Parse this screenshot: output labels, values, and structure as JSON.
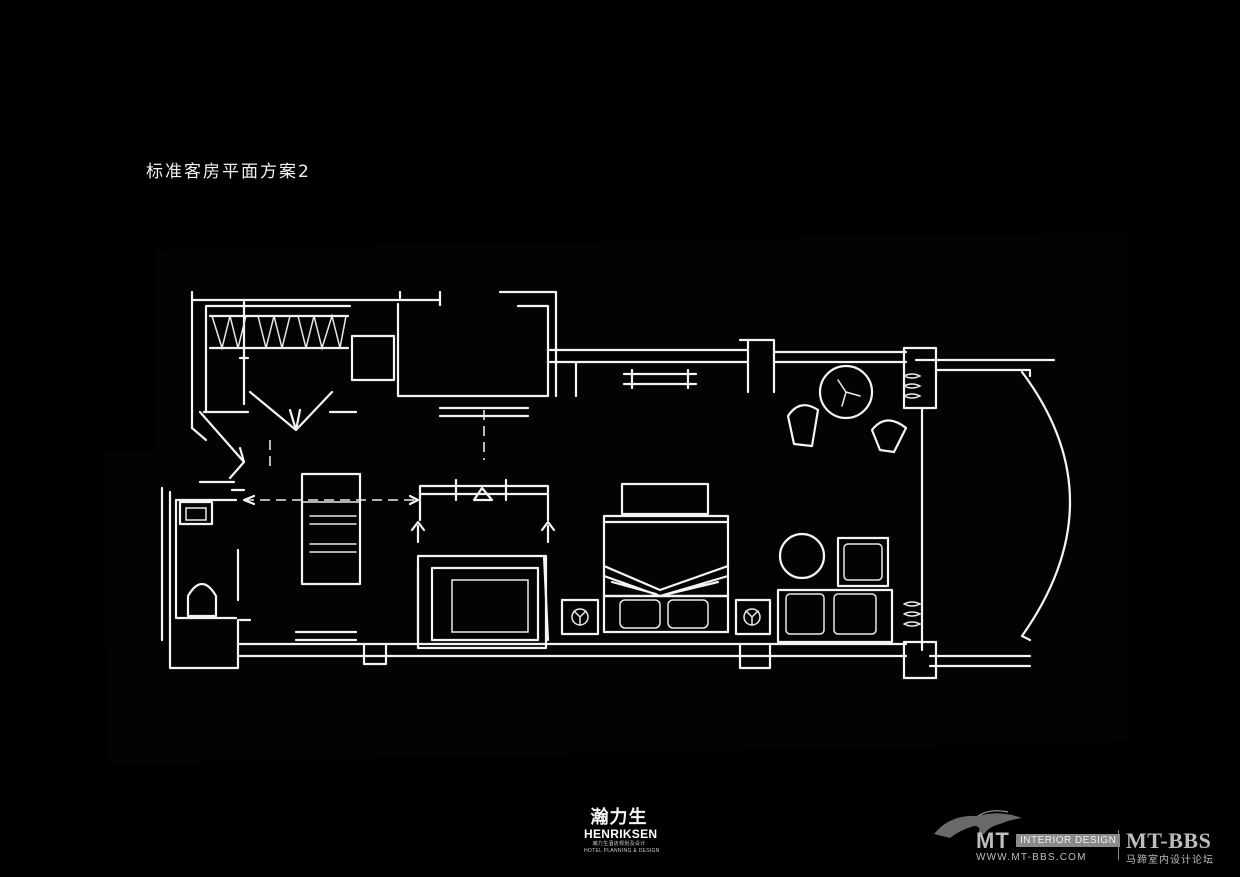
{
  "title": "标准客房平面方案2",
  "footer": {
    "left_logo": {
      "name_cn": "瀚力生",
      "name_en": "HENRIKSEN",
      "sub_cn": "瀚力生酒店规划及设计",
      "sub_en": "HOTEL PLANNING & DESIGN"
    },
    "right_logo": {
      "mark": "MT",
      "tag": "INTERIOR DESIGN",
      "brand": "MT-BBS",
      "url": "WWW.MT-BBS.COM",
      "forum_cn": "马蹄室内设计论坛"
    }
  },
  "colors": {
    "background": "#000000",
    "linework": "#f4f4f4",
    "logo_gray": "#bdbdbd"
  }
}
